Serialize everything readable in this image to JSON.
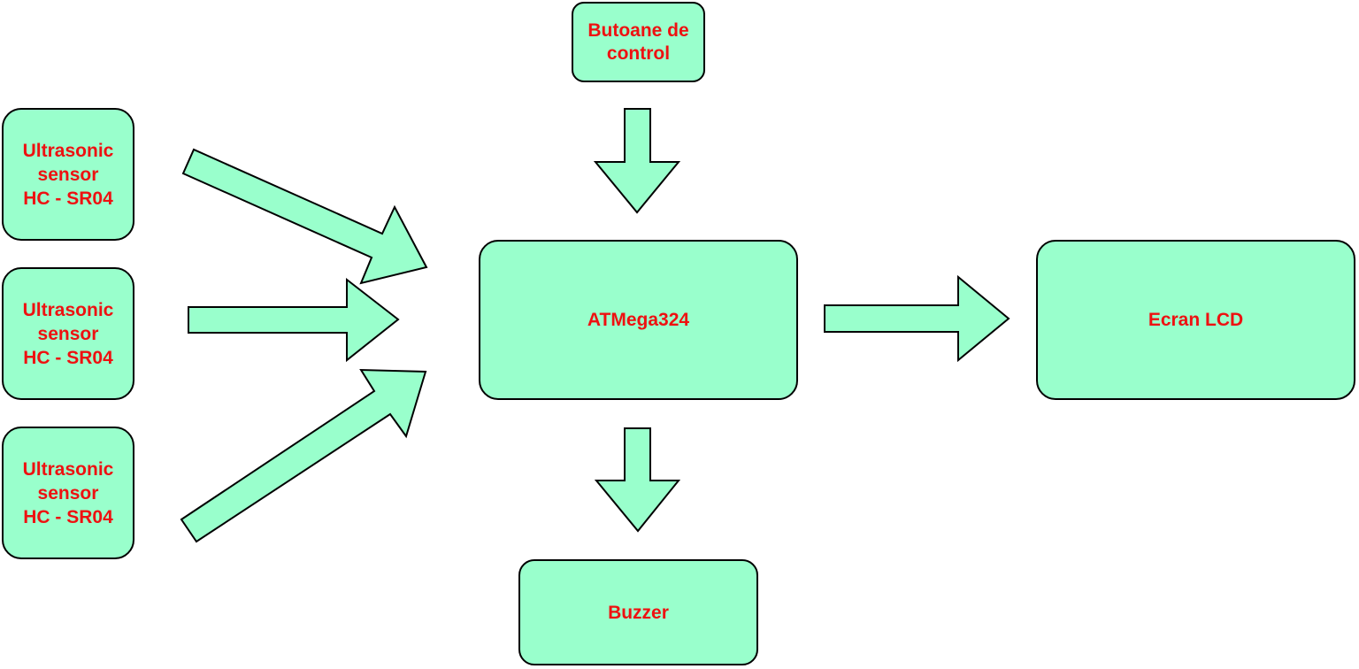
{
  "colors": {
    "block_fill": "#99ffcc",
    "arrow_fill": "#99ffcc",
    "stroke": "#000000",
    "label_text": "#ee1111",
    "background": "#ffffff"
  },
  "blocks": {
    "sensor_1": "Ultrasonic\nsensor\nHC - SR04",
    "sensor_2": "Ultrasonic\nsensor\nHC - SR04",
    "sensor_3": "Ultrasonic\nsensor\nHC - SR04",
    "buttons": "Butoane de\ncontrol",
    "mcu": "ATMega324",
    "lcd": "Ecran LCD",
    "buzzer": "Buzzer"
  },
  "arrows": [
    {
      "from": "sensor_1",
      "to": "mcu",
      "direction": "diagonal-down-right"
    },
    {
      "from": "sensor_2",
      "to": "mcu",
      "direction": "right"
    },
    {
      "from": "sensor_3",
      "to": "mcu",
      "direction": "diagonal-up-right"
    },
    {
      "from": "buttons",
      "to": "mcu",
      "direction": "down"
    },
    {
      "from": "mcu",
      "to": "lcd",
      "direction": "right"
    },
    {
      "from": "mcu",
      "to": "buzzer",
      "direction": "down"
    }
  ]
}
